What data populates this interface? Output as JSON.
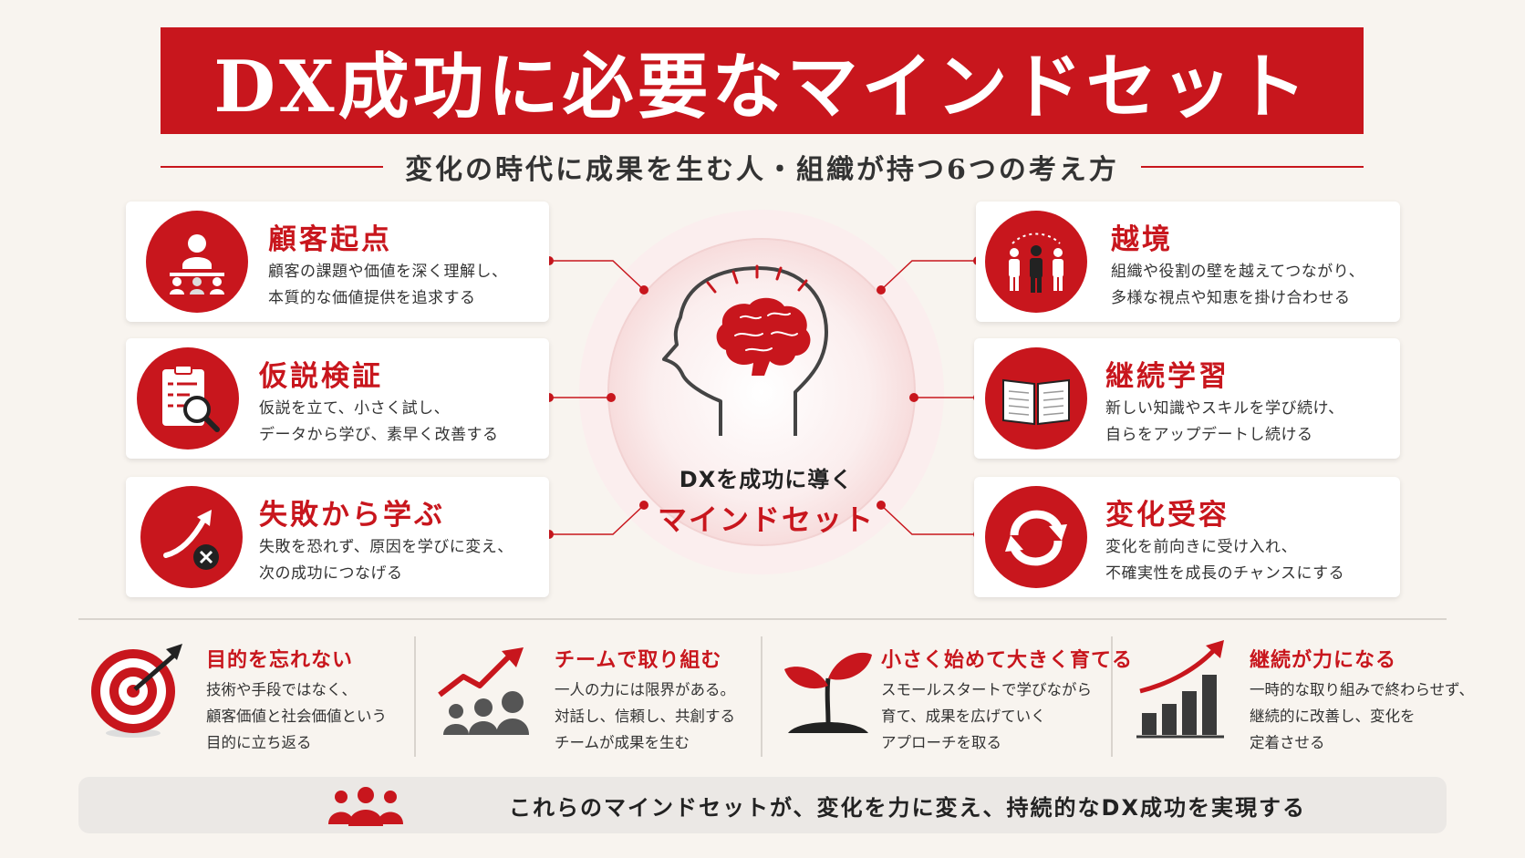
{
  "title": "DX成功に必要なマインドセット",
  "subtitle": "変化の時代に成果を生む人・組織が持つ6つの考え方",
  "center": {
    "line1": "DXを成功に導く",
    "line2": "マインドセット"
  },
  "cards": [
    {
      "title": "顧客起点",
      "desc1": "顧客の課題や価値を深く理解し、",
      "desc2": "本質的な価値提供を追求する",
      "icon": "customer-icon"
    },
    {
      "title": "仮説検証",
      "desc1": "仮説を立て、小さく試し、",
      "desc2": "データから学び、素早く改善する",
      "icon": "clipboard-magnifier-icon"
    },
    {
      "title": "失敗から学ぶ",
      "desc1": "失敗を恐れず、原因を学びに変え、",
      "desc2": "次の成功につなげる",
      "icon": "arrow-up-fail-icon"
    },
    {
      "title": "越境",
      "desc1": "組織や役割の壁を越えてつながり、",
      "desc2": "多様な視点や知恵を掛け合わせる",
      "icon": "people-crossing-icon"
    },
    {
      "title": "継続学習",
      "desc1": "新しい知識やスキルを学び続け、",
      "desc2": "自らをアップデートし続ける",
      "icon": "open-book-icon"
    },
    {
      "title": "変化受容",
      "desc1": "変化を前向きに受け入れ、",
      "desc2": "不確実性を成長のチャンスにする",
      "icon": "refresh-cycle-icon"
    }
  ],
  "bottom": [
    {
      "title": "目的を忘れない",
      "lines": [
        "技術や手段ではなく、",
        "顧客価値と社会価値という",
        "目的に立ち返る"
      ],
      "icon": "target-icon"
    },
    {
      "title": "チームで取り組む",
      "lines": [
        "一人の力には限界がある。",
        "対話し、信頼し、共創する",
        "チームが成果を生む"
      ],
      "icon": "team-growth-icon"
    },
    {
      "title": "小さく始めて大きく育てる",
      "lines": [
        "スモールスタートで学びながら",
        "育て、成果を広げていく",
        "アプローチを取る"
      ],
      "icon": "sprout-icon"
    },
    {
      "title": "継続が力になる",
      "lines": [
        "一時的な取り組みで終わらせず、",
        "継続的に改善し、変化を",
        "定着させる"
      ],
      "icon": "bar-growth-icon"
    }
  ],
  "banner": {
    "text": "これらのマインドセットが、変化を力に変え、持続的なDX成功を実現する",
    "icon": "group-icon"
  },
  "colors": {
    "accent": "#c8161d",
    "background": "#f8f4ef",
    "dark": "#333333"
  }
}
